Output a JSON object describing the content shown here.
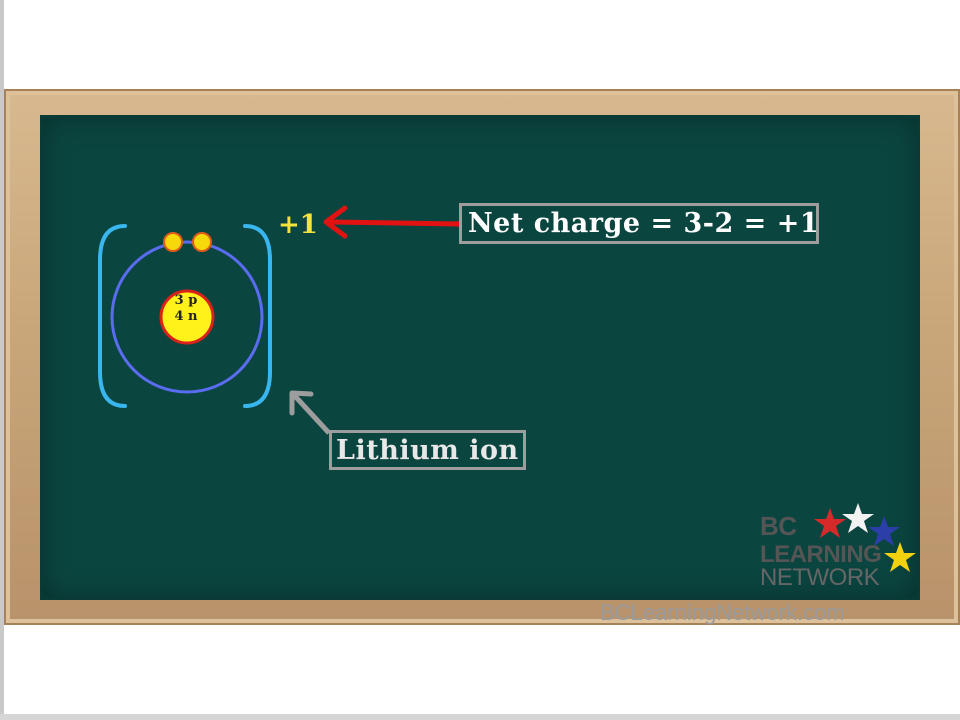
{
  "diagram": {
    "net_charge_label": "Net charge = 3-2 = +1",
    "ion_label": "Lithium ion",
    "charge": "+1",
    "nucleus": {
      "protons": "3 p",
      "neutrons": "4 n"
    }
  },
  "branding": {
    "logo_line1": "BC",
    "logo_line2": "LEARNING",
    "logo_line3": "NETWORK",
    "website": "BCLearningNetwork.com"
  },
  "colors": {
    "board": "#0b4540",
    "frame": "#c9a67a",
    "orbit": "#5a6cf0",
    "bracket": "#3ab6ee",
    "electron": "#f5d90a",
    "nucleus_fill": "#fff21a",
    "nucleus_border": "#d9221a",
    "arrow_red": "#e01212",
    "arrow_gray": "#9d9d9d",
    "charge_text": "#f2e43b"
  }
}
